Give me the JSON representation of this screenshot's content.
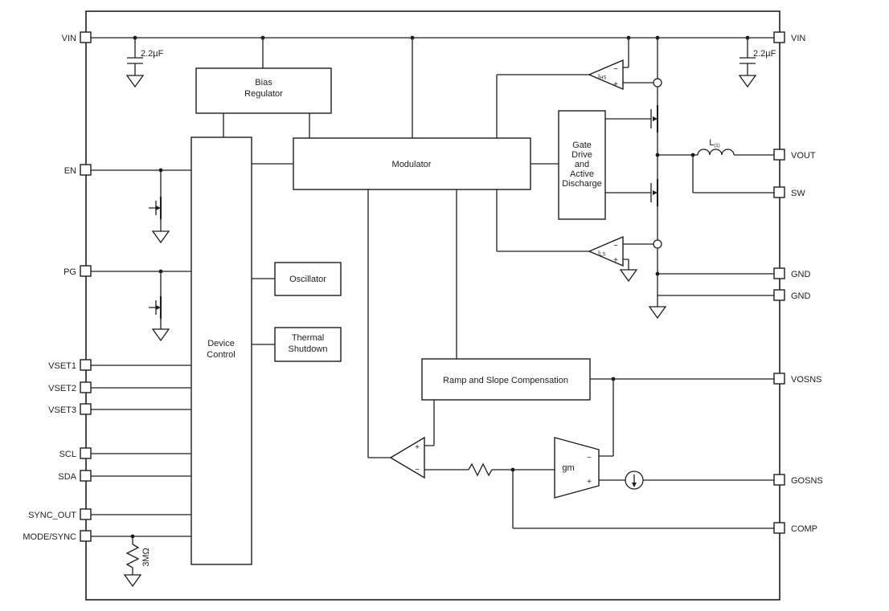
{
  "pins_left": [
    "VIN",
    "EN",
    "PG",
    "VSET1",
    "VSET2",
    "VSET3",
    "SCL",
    "SDA",
    "SYNC_OUT",
    "MODE/SYNC"
  ],
  "pins_right": [
    "VIN",
    "VOUT",
    "SW",
    "GND",
    "GND",
    "VOSNS",
    "GOSNS",
    "COMP"
  ],
  "blocks": {
    "bias": [
      "Bias",
      "Regulator"
    ],
    "modulator": "Modulator",
    "gate_drive": [
      "Gate",
      "Drive",
      "and",
      "Active",
      "Discharge"
    ],
    "device_control": [
      "Device",
      "Control"
    ],
    "oscillator": "Oscillator",
    "thermal_shutdown": [
      "Thermal",
      "Shutdown"
    ],
    "ramp": "Ramp and Slope Compensation"
  },
  "components": {
    "input_cap_left": "2.2µF",
    "input_cap_right": "2.2µF",
    "mode_sync_resistor": "3MΩ",
    "inductor": {
      "main": "L",
      "sub": "(1)"
    },
    "high_side_sense": {
      "main": "I",
      "sub": "HS"
    },
    "low_side_sense": {
      "main": "I",
      "sub": "LS"
    },
    "gm_amp": "gm",
    "plus": "+",
    "minus": "−"
  },
  "colors": {
    "line": "#1d1d1d",
    "background": "#ffffff"
  }
}
